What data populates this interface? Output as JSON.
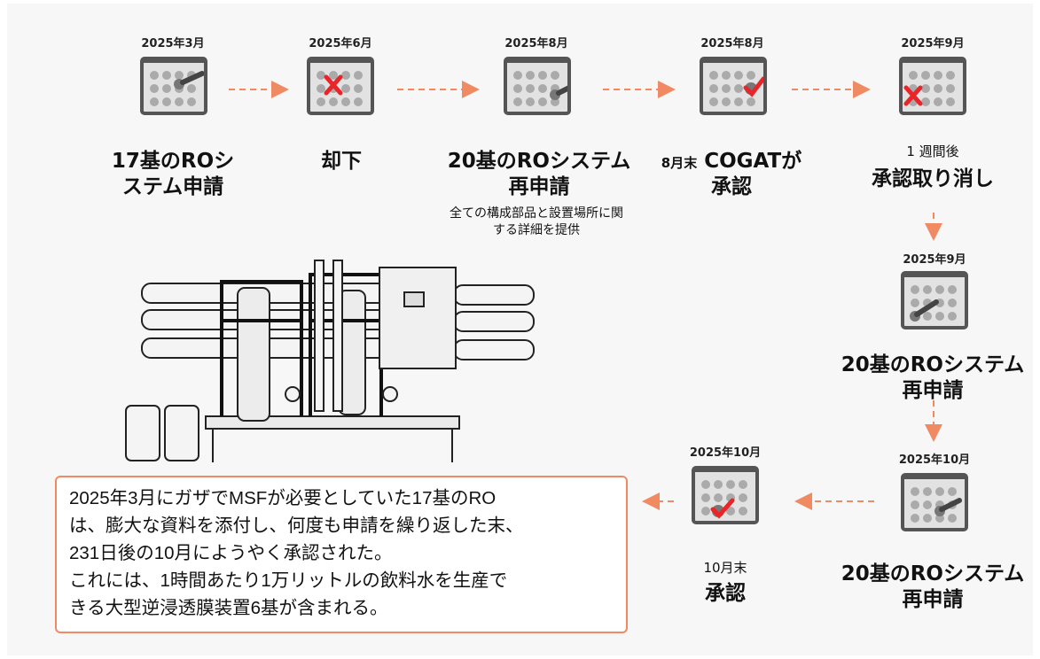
{
  "steps": [
    {
      "date": "2025年3月",
      "line1": "17基のROシ",
      "line2": "ステム申請",
      "icon": "calendar-pen"
    },
    {
      "date": "2025年6月",
      "line1": "却下",
      "icon": "calendar-cross"
    },
    {
      "date": "2025年8月",
      "line1": "20基のROシステム",
      "line2": "再申請",
      "detail1": "全ての構成部品と設置場所に関",
      "detail2": "する詳細を提供",
      "icon": "calendar-pen"
    },
    {
      "date": "2025年8月",
      "pre": "8月末",
      "line1": "COGATが",
      "line2": "承認",
      "icon": "calendar-check"
    },
    {
      "date": "2025年9月",
      "pre": "1 週間後",
      "line1": "承認取り消し",
      "icon": "calendar-cross"
    },
    {
      "date": "2025年9月",
      "line1": "20基のROシステム",
      "line2": "再申請",
      "icon": "calendar-pen"
    },
    {
      "date": "2025年10月",
      "line1": "20基のROシステム",
      "line2": "再申請",
      "icon": "calendar-pen"
    },
    {
      "date": "2025年10月",
      "pre": "10月末",
      "line1": "承認",
      "icon": "calendar-check"
    }
  ],
  "summary": [
    "2025年3月にガザでMSFが必要としていた17基のRO",
    "は、膨大な資料を添付し、何度も申請を繰り返した末、",
    "231日後の10月にようやく承認された。",
    "これには、1時間あたり1万リットルの飲料水を生産で",
    "きる大型逆浸透膜装置6基が含まれる。"
  ],
  "colors": {
    "accent": "#f08a63",
    "mark": "#e8262a",
    "calendar": "#555555"
  }
}
